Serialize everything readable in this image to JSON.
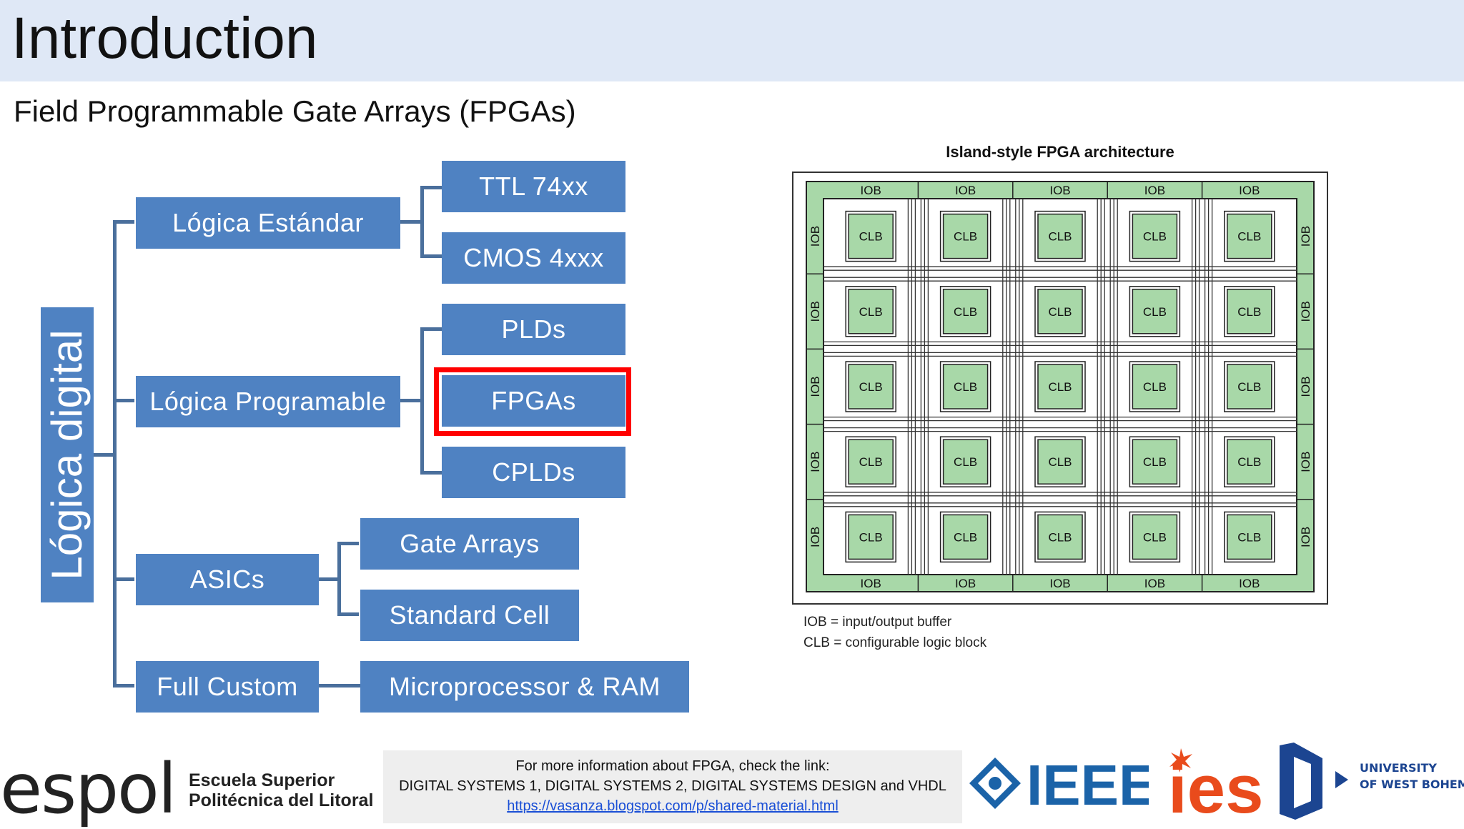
{
  "slide": {
    "title": "Introduction",
    "subtitle": "Field Programmable Gate Arrays (FPGAs)"
  },
  "diagram": {
    "root": "Lógica digital",
    "categories": [
      "Lógica Estándar",
      "Lógica Programable",
      "ASICs",
      "Full Custom"
    ],
    "leaves": {
      "ttl": "TTL 74xx",
      "cmos": "CMOS 4xxx",
      "plds": "PLDs",
      "fpgas": "FPGAs",
      "cplds": "CPLDs",
      "gate_arrays": "Gate Arrays",
      "standard_cell": "Standard Cell",
      "micro_ram": "Microprocessor & RAM"
    },
    "highlight_color": "#ff0000",
    "box_color": "#4f82c2"
  },
  "fpga_figure": {
    "title": "Island-style FPGA architecture",
    "iob_label": "IOB",
    "clb_label": "CLB",
    "legend": [
      "IOB = input/output buffer",
      "CLB = configurable logic block"
    ],
    "iob_color": "#a8d8a8",
    "clb_color": "#a8d8a8"
  },
  "footer": {
    "info_line1": "For more information about FPGA, check the link:",
    "info_line2": "DIGITAL SYSTEMS 1, DIGITAL SYSTEMS 2, DIGITAL SYSTEMS DESIGN and VHDL",
    "info_link": "https://vasanza.blogspot.com/p/shared-material.html",
    "espol_logo": "espol",
    "espol_sub1": "Escuela Superior",
    "espol_sub2": "Politécnica del Litoral",
    "ieee_logo": "IEEE",
    "ies_logo": "ies",
    "uwb_line1": "UNIVERSITY",
    "uwb_line2": "OF WEST BOHEMIA"
  }
}
